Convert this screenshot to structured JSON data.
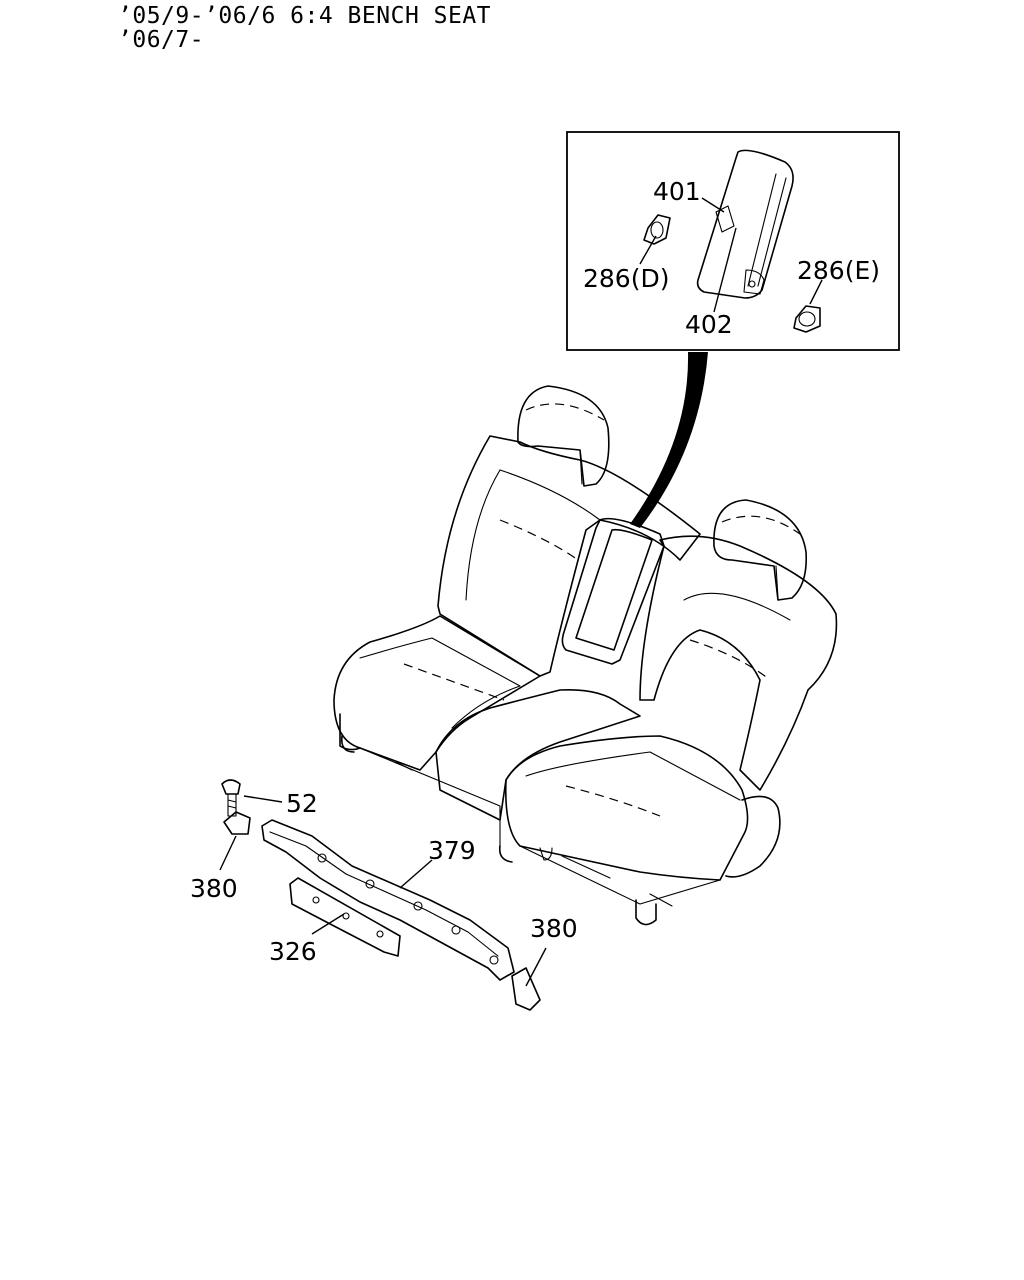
{
  "header": {
    "line1": "’05/9-’06/6 6:4 BENCH SEAT",
    "line2": "’06/7-"
  },
  "callouts": {
    "c401": "401",
    "c286d": "286(D)",
    "c402": "402",
    "c286e": "286(E)",
    "c52": "52",
    "c379": "379",
    "c380a": "380",
    "c326": "326",
    "c380b": "380"
  }
}
